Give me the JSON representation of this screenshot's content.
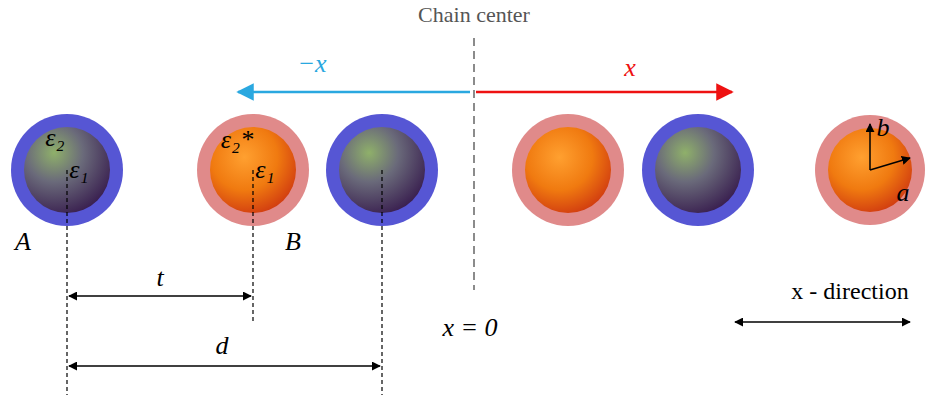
{
  "diagram": {
    "nodes": [
      {
        "text": [
          "ε₂",
          "ε₁",
          "A"
        ]
      },
      {
        "text": [
          "ε₂*",
          "ε₁",
          "B"
        ]
      },
      {
        "text": [
          "b",
          "a"
        ]
      }
    ],
    "labels": [
      "Chain center",
      "−x",
      "x",
      "t",
      "d",
      "x = 0",
      "x - direction"
    ]
  }
}
